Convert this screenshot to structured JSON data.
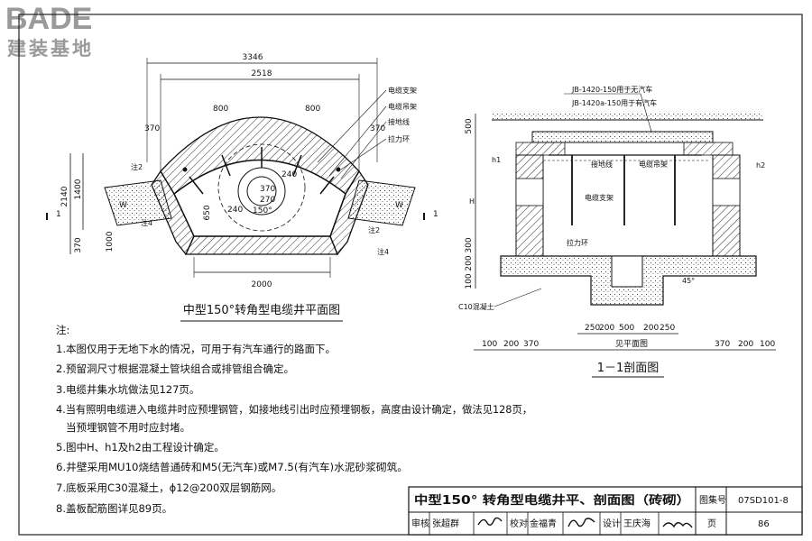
{
  "logo": {
    "brand": "BADE",
    "sub": "建装基地"
  },
  "plan": {
    "caption": "中型150°转角型电缆井平面图",
    "dims": {
      "d3346": "3346",
      "d2518": "2518",
      "d800a": "800",
      "d800b": "800",
      "d370a": "370",
      "d370b": "370",
      "d2140": "2140",
      "d1400": "1400",
      "d370c": "370",
      "d1000": "1000",
      "d650": "650",
      "d2000": "2000",
      "dW1": "W",
      "dW2": "W",
      "d240a": "240",
      "d240b": "240",
      "d370d": "370",
      "d270": "270",
      "dang": "150°"
    },
    "labels": {
      "zhi": "电缆支架",
      "diao": "电缆吊架",
      "jiedi": "接地线",
      "lali": "拉力环",
      "note2a": "注2",
      "note2b": "注2",
      "note4a": "注4",
      "note4b": "注4",
      "sec1a": "1",
      "sec1b": "1"
    }
  },
  "section": {
    "caption": "1－1剖面图",
    "labels": {
      "jb1": "JB-1420-150用于无汽车",
      "jb2": "JB-1420a-150用于有汽车",
      "jiedi": "接地线",
      "diao": "电缆吊架",
      "zhi": "电缆支架",
      "lali": "拉力环",
      "c10": "C10混凝土",
      "h1": "h1",
      "h2": "h2",
      "H": "H",
      "angle": "45°",
      "span": "见平面图"
    },
    "vdims": {
      "v500": "500",
      "v300": "300",
      "v200": "200",
      "v100": "100"
    },
    "bdims": {
      "b250a": "250",
      "b200a": "200",
      "b500": "500",
      "b200b": "200",
      "b250b": "250",
      "o100a": "100",
      "o200a": "200",
      "o370a": "370",
      "o370b": "370",
      "o200b": "200",
      "o100b": "100"
    }
  },
  "notes": {
    "head": "注:",
    "items": [
      "1.本图仅用于无地下水的情况，可用于有汽车通行的路面下。",
      "2.预留洞尺寸根据混凝土管块组合或排管组合确定。",
      "3.电缆井集水坑做法见127页。",
      "4.当有照明电缆进入电缆井时应预埋钢管，如接地线引出时应预埋钢板，高度由设计确定，做法见128页，",
      "   当预埋钢管不用时应封堵。",
      "5.图中H、h1及h2由工程设计确定。",
      "6.井壁采用MU10烧结普通砖和M5(无汽车)或M7.5(有汽车)水泥砂浆砌筑。",
      "7.底板采用C30混凝土，ɸ12@200双层钢筋网。",
      "8.盖板配筋图详见89页。"
    ]
  },
  "titleblock": {
    "title": "中型150° 转角型电缆井平、剖面图（砖砌）",
    "atlas_label": "图集号",
    "atlas_no": "07SD101-8",
    "review_label": "审核",
    "review_name": "张超群",
    "check_label": "校对",
    "check_name": "金福青",
    "design_label": "设计",
    "design_name": "王庆海",
    "page_label": "页",
    "page_no": "86"
  }
}
